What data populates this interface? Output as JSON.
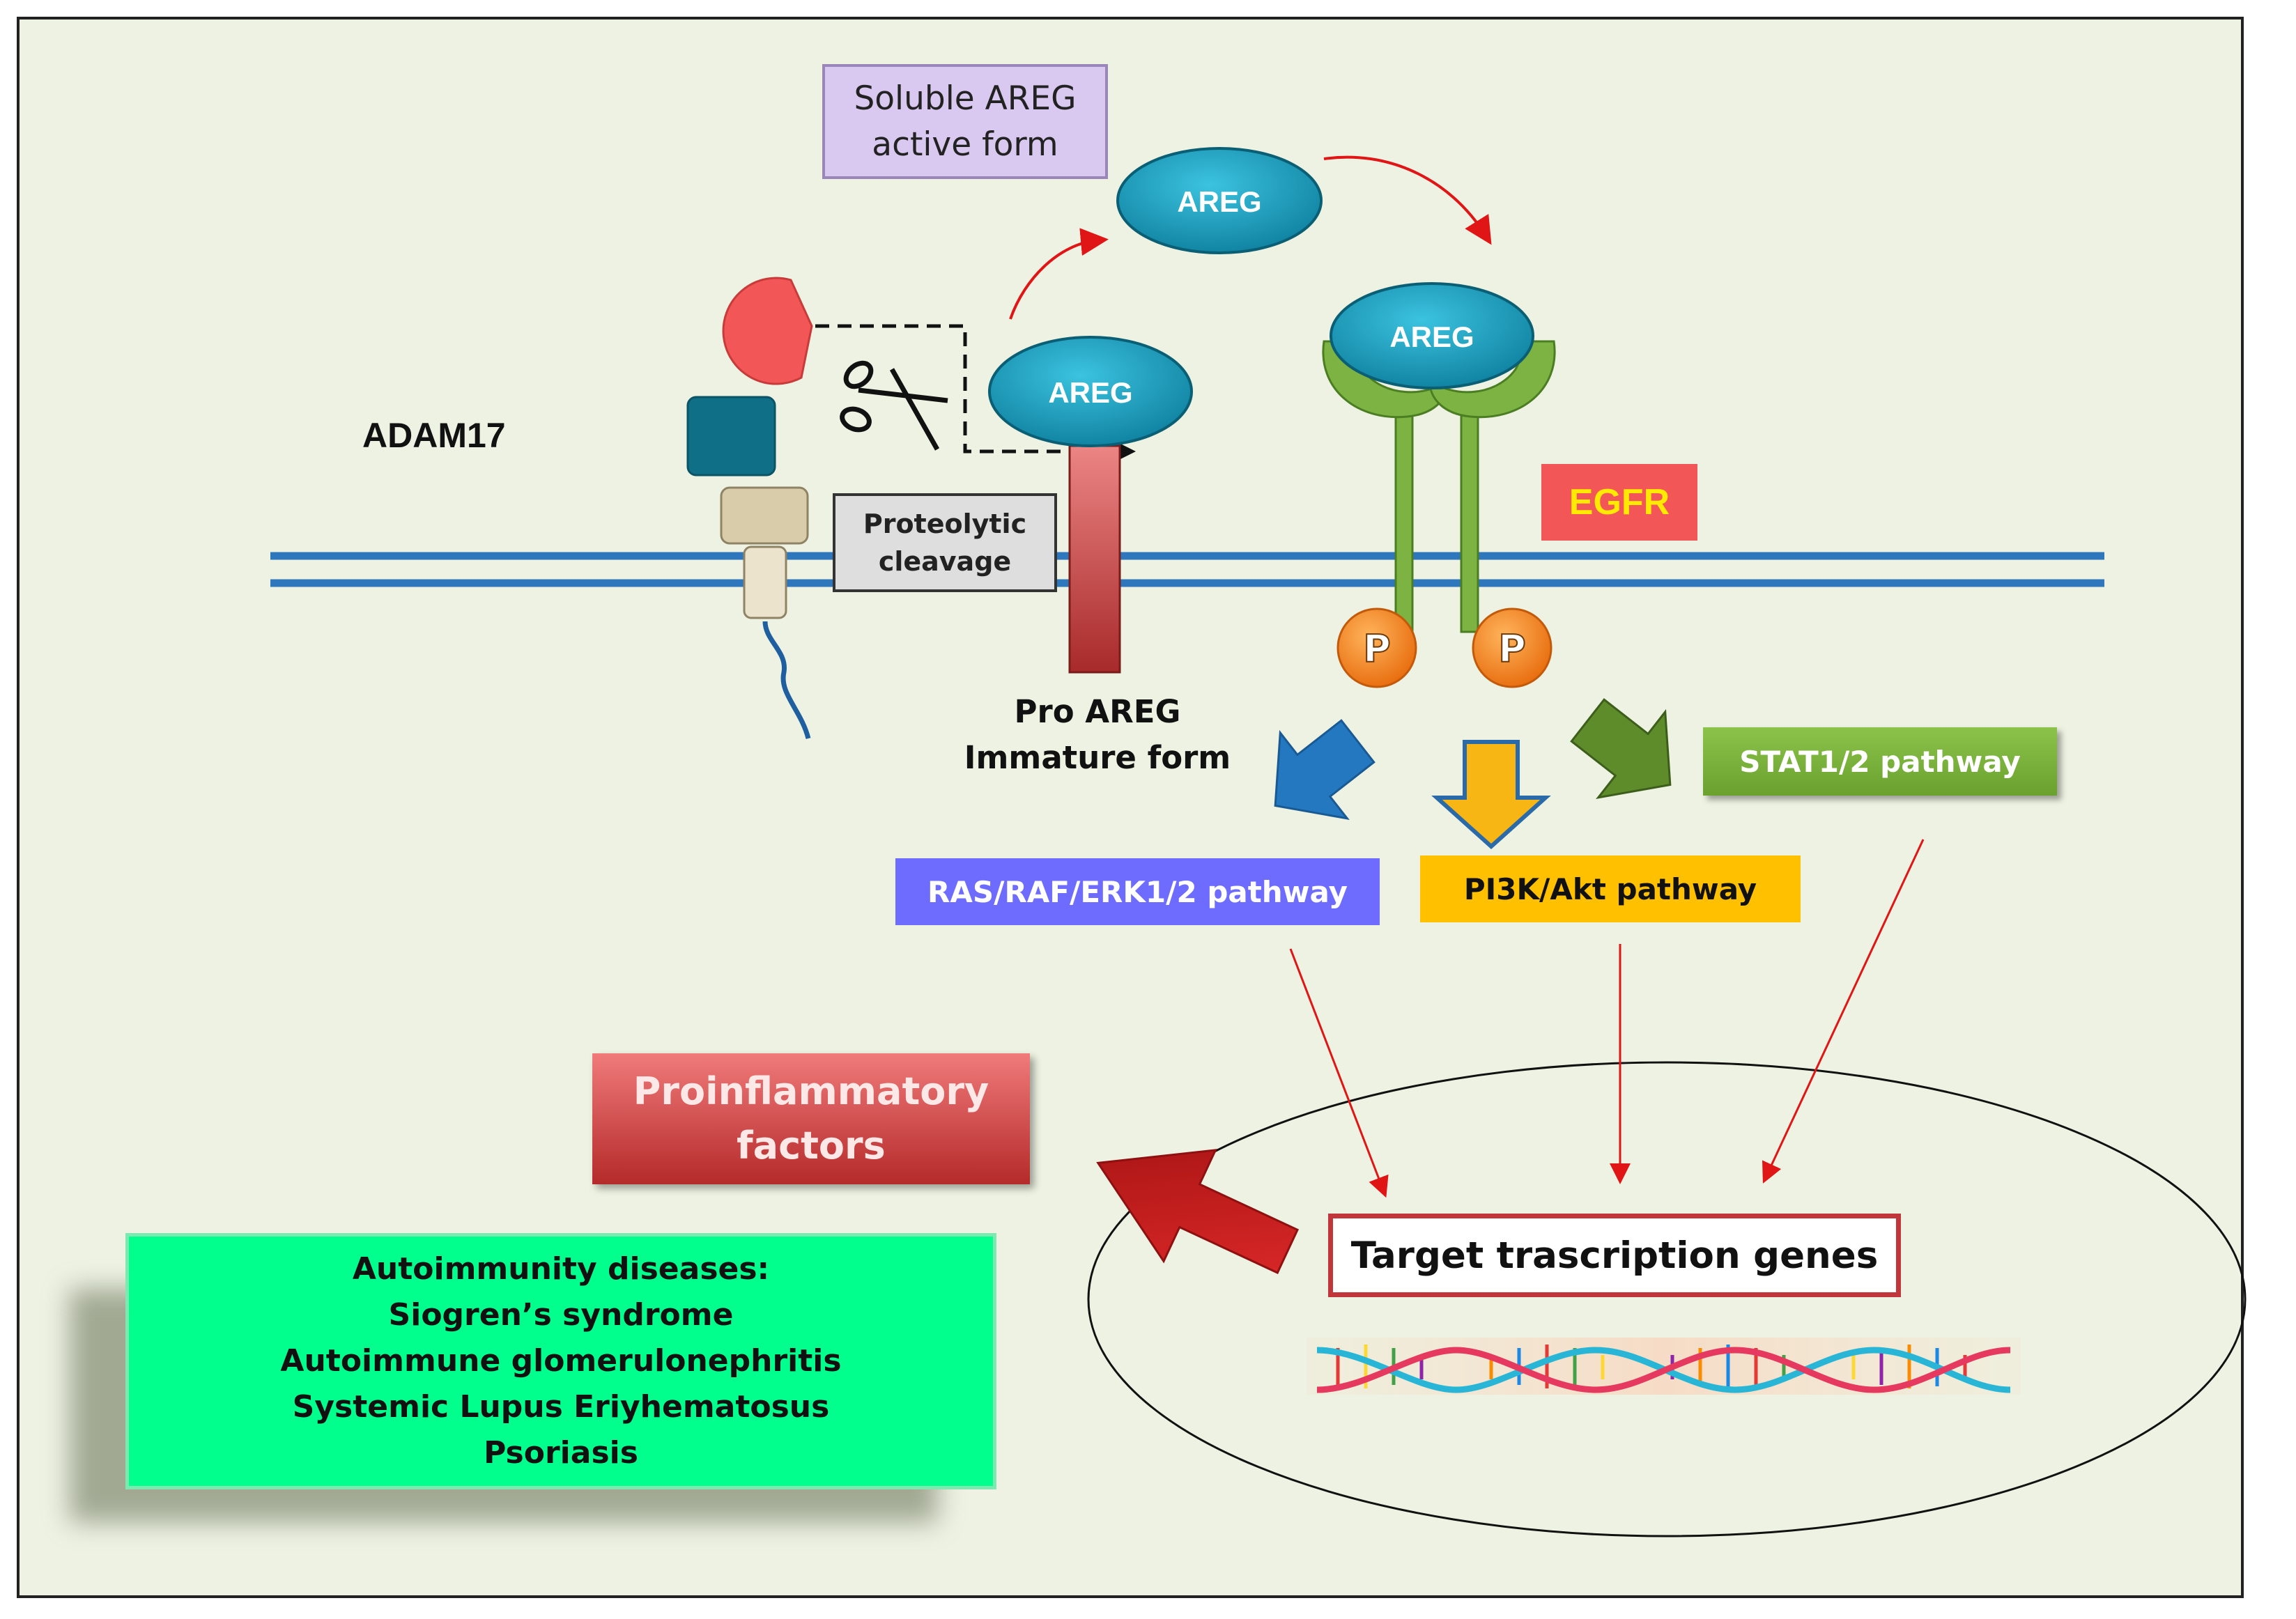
{
  "labels": {
    "soluble_line1": "Soluble AREG",
    "soluble_line2": "active form",
    "adam17": "ADAM17",
    "proteolytic_line1": "Proteolytic",
    "proteolytic_line2": "cleavage",
    "areg_free": "AREG",
    "areg_membrane": "AREG",
    "areg_receptor": "AREG",
    "egfr": "EGFR",
    "pro_areg_line1": "Pro AREG",
    "pro_areg_line2": "Immature form",
    "phospho_1": "P",
    "phospho_2": "P",
    "stat": "STAT1/2 pathway",
    "ras": "RAS/RAF/ERK1/2  pathway",
    "pi3k": "PI3K/Akt pathway",
    "proinflammatory_line1": "Proinflammatory",
    "proinflammatory_line2": "factors",
    "target": "Target trascription genes"
  },
  "autoimmunity": {
    "heading": "Autoimmunity diseases:",
    "items": [
      "Siogren’s syndrome",
      "Autoimmune glomerulonephritis",
      "Systemic Lupus Eriyhematosus",
      "Psoriasis"
    ]
  },
  "colors": {
    "background": "#edf2e2",
    "membrane": "#2e77bc",
    "areg_ellipse": "#1b9ab8",
    "receptor_green": "#7cb342",
    "adam_head": "#f25656",
    "phosphate": "#f5891f",
    "signal_arrow_red": "#e01515"
  }
}
